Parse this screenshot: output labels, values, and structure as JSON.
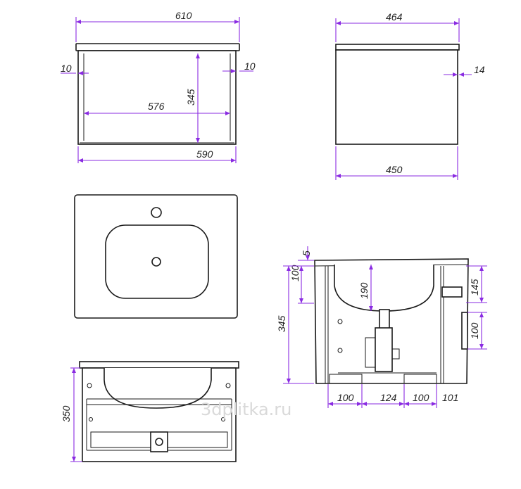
{
  "watermark": "3dplitka.ru",
  "front_view": {
    "top_width": "610",
    "inner_width": "576",
    "bottom_width": "590",
    "height": "345",
    "left_offset": "10",
    "right_offset": "10"
  },
  "side_view": {
    "top_depth": "464",
    "body_depth": "450",
    "top_overhang": "14"
  },
  "section_view": {
    "height": "350"
  },
  "back_view": {
    "top_gap": "5",
    "upper_zone": "100",
    "bowl_depth": "190",
    "total_height": "345",
    "right_upper": "145",
    "right_lower": "100",
    "bottom_dims": [
      "100",
      "124",
      "100",
      "101"
    ]
  },
  "colors": {
    "dimension_line": "#8a2be2",
    "outline": "#1a1a1a"
  }
}
